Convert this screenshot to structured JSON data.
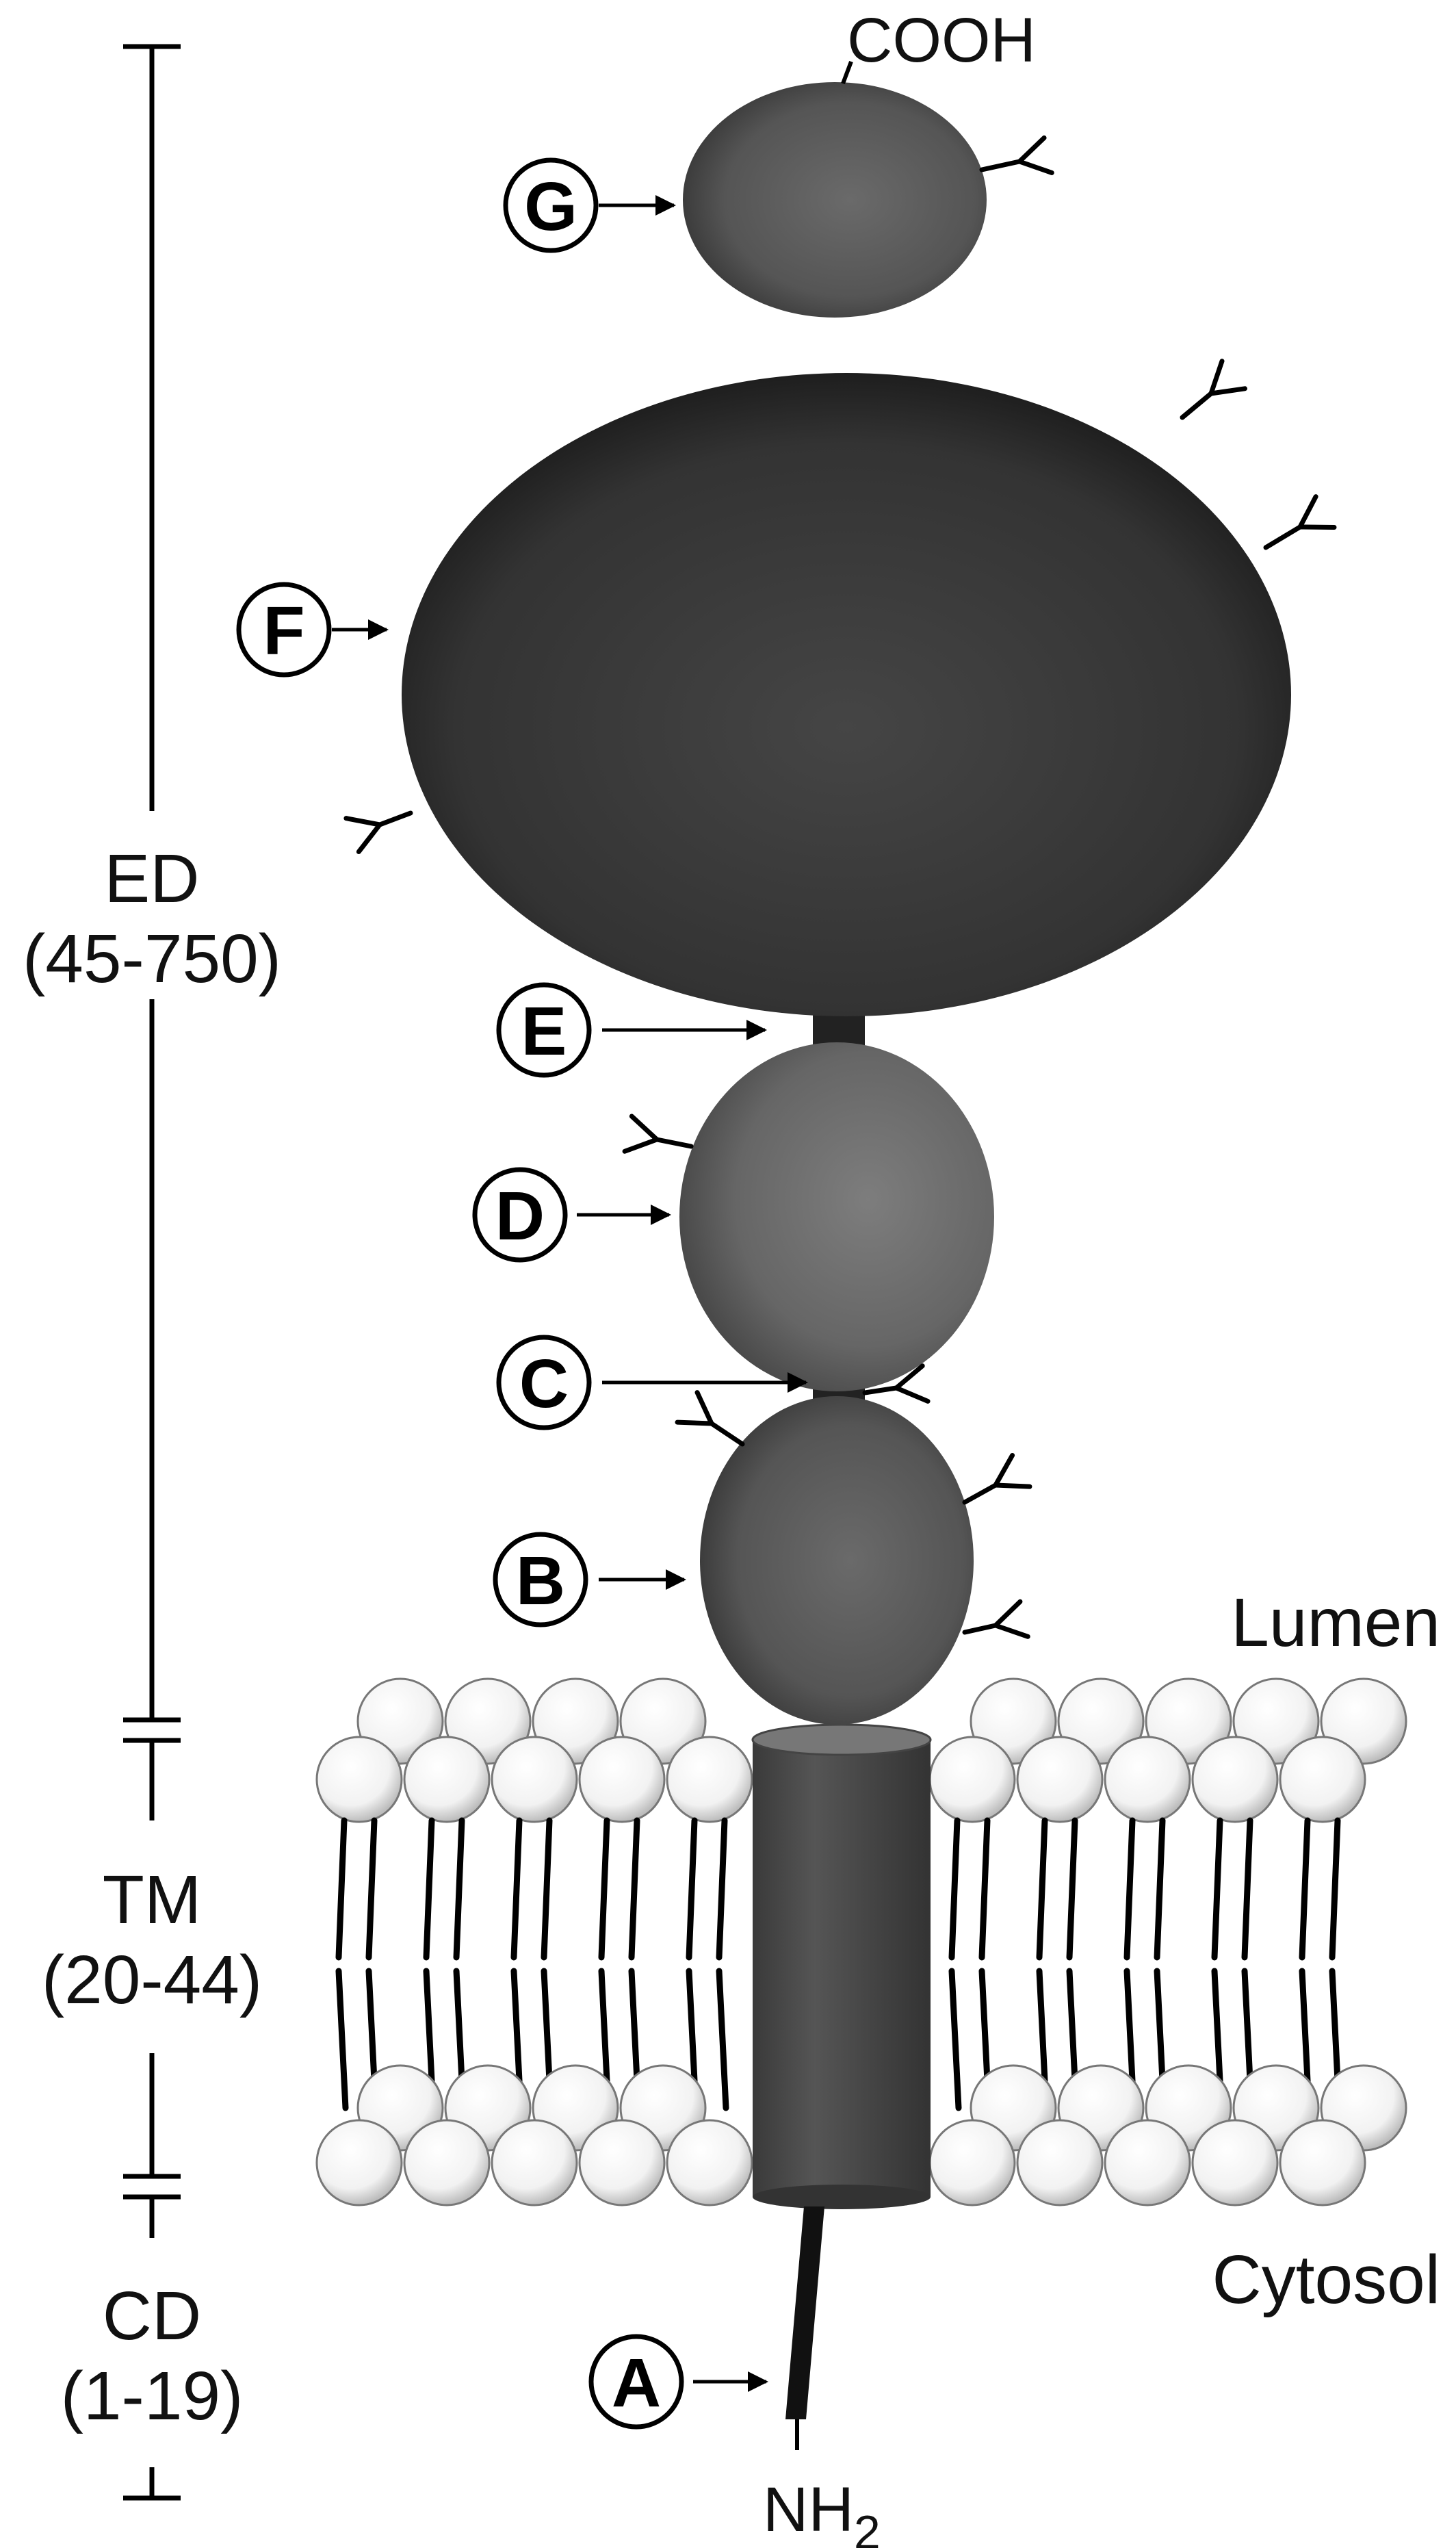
{
  "terminus": {
    "c_term": "COOH",
    "n_term_main": "NH",
    "n_term_sub": "2"
  },
  "compartments": {
    "lumen": "Lumen",
    "cytosol": "Cytosol"
  },
  "regions": [
    {
      "name": "ED",
      "range": "(45-750)"
    },
    {
      "name": "TM",
      "range": "(20-44)"
    },
    {
      "name": "CD",
      "range": "(1-19)"
    }
  ],
  "domains": [
    "G",
    "F",
    "E",
    "D",
    "C",
    "B",
    "A"
  ],
  "colors": {
    "domain_dark": "#3a3a3a",
    "domain_mid": "#5a5a5a",
    "domain_light": "#6e6e6e",
    "lipid_head": "#ffffff",
    "line": "#000000"
  }
}
